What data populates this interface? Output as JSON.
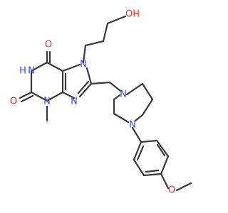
{
  "molecule": {
    "atoms": {
      "o_hydroxyl": "OH",
      "o_carbonyl_top": "O",
      "o_carbonyl_left": "O",
      "n1_h": "N",
      "h1": "H",
      "n3": "N",
      "n7": "N",
      "n9": "N",
      "n_pip_top": "N",
      "n_pip_bottom": "N",
      "o_methoxy": "O"
    },
    "colors": {
      "bond": "#3a3a3a",
      "nitrogen": "#2f4fe0",
      "oxygen": "#e8332a"
    }
  }
}
